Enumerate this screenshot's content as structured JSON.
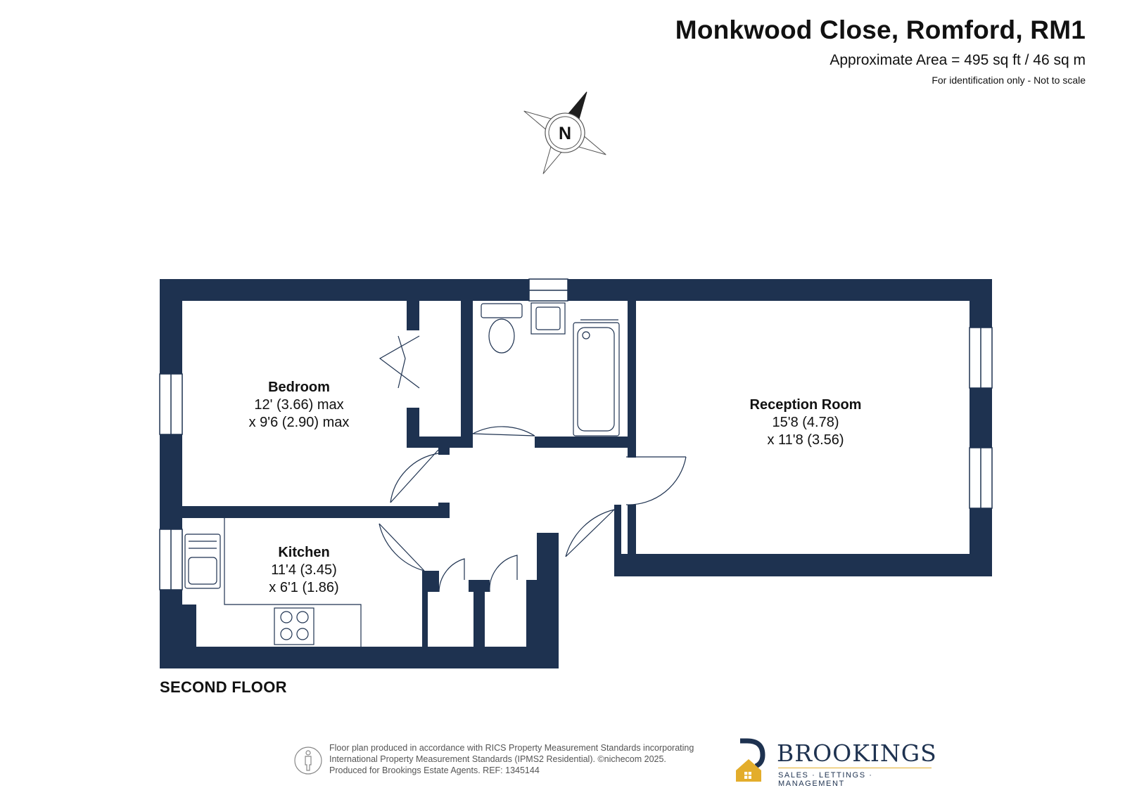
{
  "header": {
    "title": "Monkwood Close, Romford, RM1",
    "area": "Approximate Area = 495 sq ft / 46 sq m",
    "note": "For identification only - Not to scale"
  },
  "compass": {
    "letter": "N"
  },
  "rooms": [
    {
      "name": "Bedroom",
      "dim1": "12' (3.66) max",
      "dim2": "x 9'6 (2.90) max"
    },
    {
      "name": "Reception Room",
      "dim1": "15'8 (4.78)",
      "dim2": "x 11'8 (3.56)"
    },
    {
      "name": "Kitchen",
      "dim1": "11'4 (3.45)",
      "dim2": "x 6'1 (1.86)"
    }
  ],
  "floor_label": "SECOND FLOOR",
  "footer": {
    "line1": "Floor plan produced in accordance with RICS Property Measurement Standards incorporating",
    "line2": "International Property Measurement Standards (IPMS2 Residential).   ©nichecom 2025.",
    "line3": "Produced for Brookings Estate Agents.    REF: 1345144"
  },
  "brand": {
    "name": "BROOKINGS",
    "tagline": "SALES · LETTINGS · MANAGEMENT"
  },
  "colors": {
    "wall": "#1e3250",
    "brand_gold": "#e3ad2b",
    "text": "#111111"
  }
}
